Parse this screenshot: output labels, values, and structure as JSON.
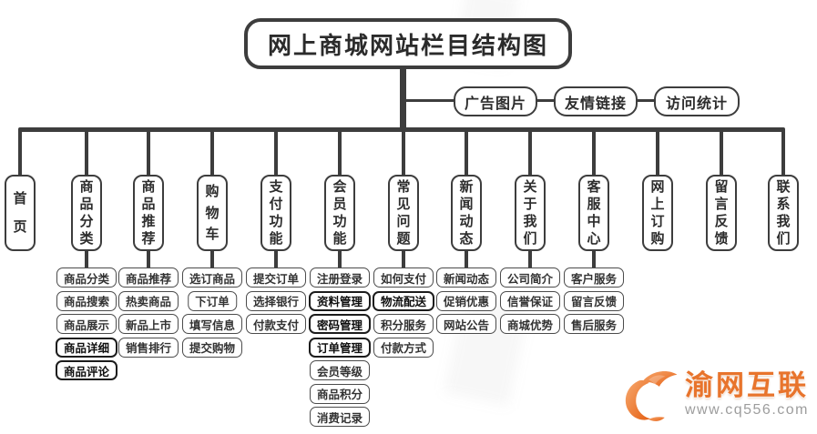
{
  "title": "网上商城网站栏目结构图",
  "top_links": [
    {
      "label": "广告图片"
    },
    {
      "label": "友情链接"
    },
    {
      "label": "访问统计"
    }
  ],
  "sections": [
    {
      "label": "首页",
      "children": []
    },
    {
      "label": "商品分类",
      "children": [
        {
          "label": "商品分类",
          "bold": false
        },
        {
          "label": "商品搜索",
          "bold": false
        },
        {
          "label": "商品展示",
          "bold": false
        },
        {
          "label": "商品详细",
          "bold": true
        },
        {
          "label": "商品评论",
          "bold": true
        }
      ]
    },
    {
      "label": "商品推荐",
      "children": [
        {
          "label": "商品推荐",
          "bold": false
        },
        {
          "label": "热卖商品",
          "bold": false
        },
        {
          "label": "新品上市",
          "bold": false
        },
        {
          "label": "销售排行",
          "bold": false
        }
      ]
    },
    {
      "label": "购物车",
      "children": [
        {
          "label": "选订商品",
          "bold": false
        },
        {
          "label": "下订单",
          "bold": false
        },
        {
          "label": "填写信息",
          "bold": false
        },
        {
          "label": "提交购物",
          "bold": false
        }
      ]
    },
    {
      "label": "支付功能",
      "children": [
        {
          "label": "提交订单",
          "bold": false
        },
        {
          "label": "选择银行",
          "bold": false
        },
        {
          "label": "付款支付",
          "bold": false
        }
      ]
    },
    {
      "label": "会员功能",
      "children": [
        {
          "label": "注册登录",
          "bold": false
        },
        {
          "label": "资料管理",
          "bold": true
        },
        {
          "label": "密码管理",
          "bold": true
        },
        {
          "label": "订单管理",
          "bold": true
        },
        {
          "label": "会员等级",
          "bold": false
        },
        {
          "label": "商品积分",
          "bold": false
        },
        {
          "label": "消费记录",
          "bold": false
        }
      ]
    },
    {
      "label": "常见问题",
      "children": [
        {
          "label": "如何支付",
          "bold": false
        },
        {
          "label": "物流配送",
          "bold": true
        },
        {
          "label": "积分服务",
          "bold": false
        },
        {
          "label": "付款方式",
          "bold": false
        }
      ]
    },
    {
      "label": "新闻动态",
      "children": [
        {
          "label": "新闻动态",
          "bold": false
        },
        {
          "label": "促销优惠",
          "bold": false
        },
        {
          "label": "网站公告",
          "bold": false
        }
      ]
    },
    {
      "label": "关于我们",
      "children": [
        {
          "label": "公司简介",
          "bold": false
        },
        {
          "label": "信誉保证",
          "bold": false
        },
        {
          "label": "商城优势",
          "bold": false
        }
      ]
    },
    {
      "label": "客服中心",
      "children": [
        {
          "label": "客户服务",
          "bold": false
        },
        {
          "label": "留言反馈",
          "bold": false
        },
        {
          "label": "售后服务",
          "bold": false
        }
      ]
    },
    {
      "label": "网上订购",
      "children": []
    },
    {
      "label": "留言反馈",
      "children": []
    },
    {
      "label": "联系我们",
      "children": []
    }
  ],
  "watermark": {
    "brand": "渝网互联",
    "url": "www.cq556.com",
    "logo_icon": "phoenix-swoosh-icon"
  },
  "colors": {
    "line": "#3d3d3d",
    "node_border": "#3d3d3d",
    "text": "#2d2d2d",
    "brand_orange": "#e8742c",
    "url_gray": "#9d9d9d"
  }
}
